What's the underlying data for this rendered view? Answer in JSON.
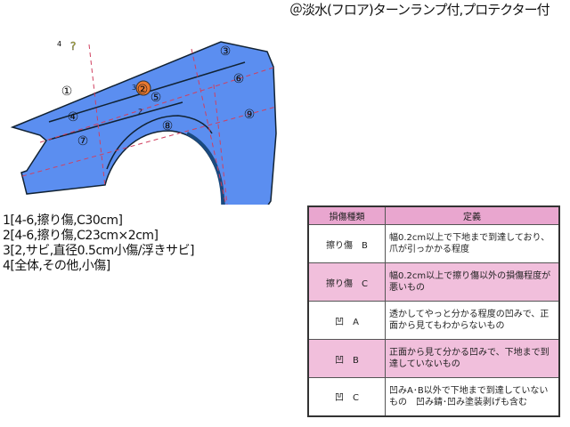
{
  "title": "＠淡水(フロア)ターンランプ付,プロテクター付",
  "diagram": {
    "part_color": "#5b8ef0",
    "zones": [
      "①",
      "②",
      "③",
      "④",
      "⑤",
      "⑥",
      "⑦",
      "⑧",
      "⑨"
    ],
    "markers": [
      {
        "label": "4",
        "icon": "question-pin-icon"
      },
      {
        "label": "3"
      },
      {
        "label": "2"
      }
    ]
  },
  "notes": [
    "1[4-6,擦り傷,C30cm]",
    "2[4-6,擦り傷,C23cm×2cm]",
    "3[2,サビ,直径0.5cm小傷/浮きサビ]",
    "4[全体,その他,小傷]"
  ],
  "table": {
    "headers": [
      "損傷種類",
      "定義"
    ],
    "rows": [
      {
        "type": "擦り傷　B",
        "def": "幅0.2cm以上で下地まで到達しており、爪が引っかかる程度"
      },
      {
        "type": "擦り傷　C",
        "def": "幅0.2cm以上で擦り傷以外の損傷程度が悪いもの"
      },
      {
        "type": "凹　A",
        "def": "透かしてやっと分かる程度の凹みで、正面から見てもわからないもの"
      },
      {
        "type": "凹　B",
        "def": "正面から見て分かる凹みで、下地まで到達していないもの"
      },
      {
        "type": "凹　C",
        "def": "凹みA･B以外で下地まで到達していないもの　凹み錆･凹み塗装剥げも含む"
      }
    ]
  }
}
